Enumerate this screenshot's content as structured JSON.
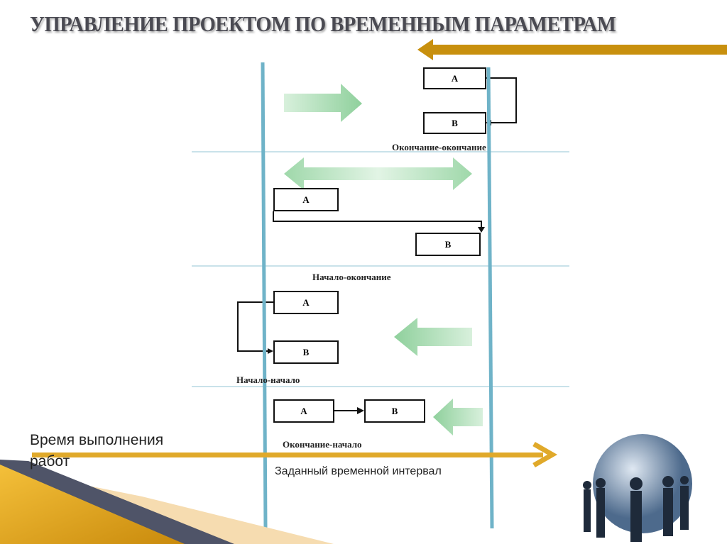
{
  "title": "УПРАВЛЕНИЕ ПРОЕКТОМ ПО ВРЕМЕННЫМ ПАРАМЕТРАМ",
  "relations": [
    {
      "a": "A",
      "b": "B",
      "label": "Окончание-окончание"
    },
    {
      "a": "A",
      "b": "B",
      "label": "Начало-окончание"
    },
    {
      "a": "A",
      "b": "B",
      "label": "Начало-начало"
    },
    {
      "a": "A",
      "b": "B",
      "label": "Окончание-начало"
    }
  ],
  "time_label_line1": "Время выполнения",
  "time_label_line2": "работ",
  "interval_label": "Заданный временной интервал",
  "colors": {
    "gold": "#d9a21b",
    "blue_line": "#6fb3c8",
    "green_arrow": "#a8dcb0",
    "title": "#4a4a52"
  }
}
